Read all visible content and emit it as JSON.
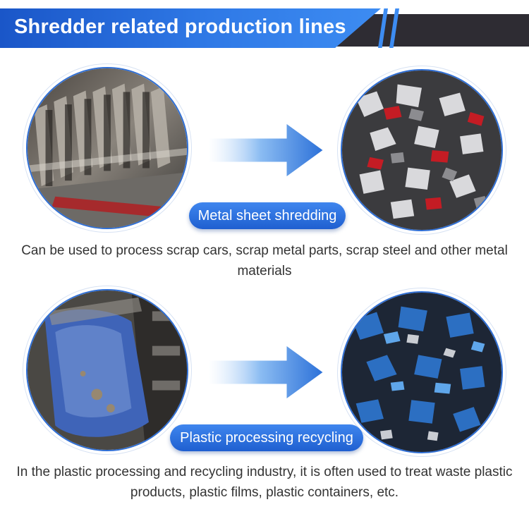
{
  "header": {
    "title": "Shredder related production lines",
    "colors": {
      "blue": "#2f79e6",
      "dark": "#2e2c33"
    }
  },
  "sections": [
    {
      "label": "Metal sheet shredding",
      "description": "Can be used to process scrap cars, scrap metal parts, scrap steel and other metal materials",
      "before_image": "metal-shredder-blades-photo",
      "after_image": "shredded-metal-pieces-photo"
    },
    {
      "label": "Plastic processing recycling",
      "description": "In the plastic processing and recycling industry, it is often used to treat waste plastic products, plastic films, plastic containers, etc.",
      "before_image": "plastic-container-in-shredder-photo",
      "after_image": "shredded-blue-plastic-photo"
    }
  ],
  "icons": {
    "arrow": "right-arrow-icon"
  }
}
